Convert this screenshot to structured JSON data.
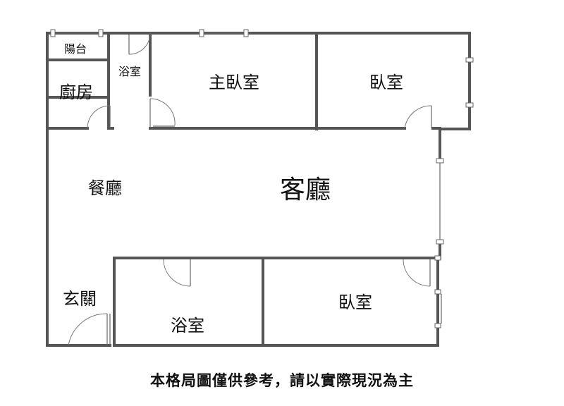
{
  "rooms": {
    "balcony": "陽台",
    "kitchen": "廚房",
    "bath_top": "浴室",
    "master_bedroom": "主臥室",
    "bedroom_top_right": "臥室",
    "dining": "餐廳",
    "living": "客廳",
    "entrance": "玄關",
    "bath_bottom": "浴室",
    "bedroom_bottom_right": "臥室"
  },
  "disclaimer": "本格局圖僅供參考，請以實際現況為主"
}
